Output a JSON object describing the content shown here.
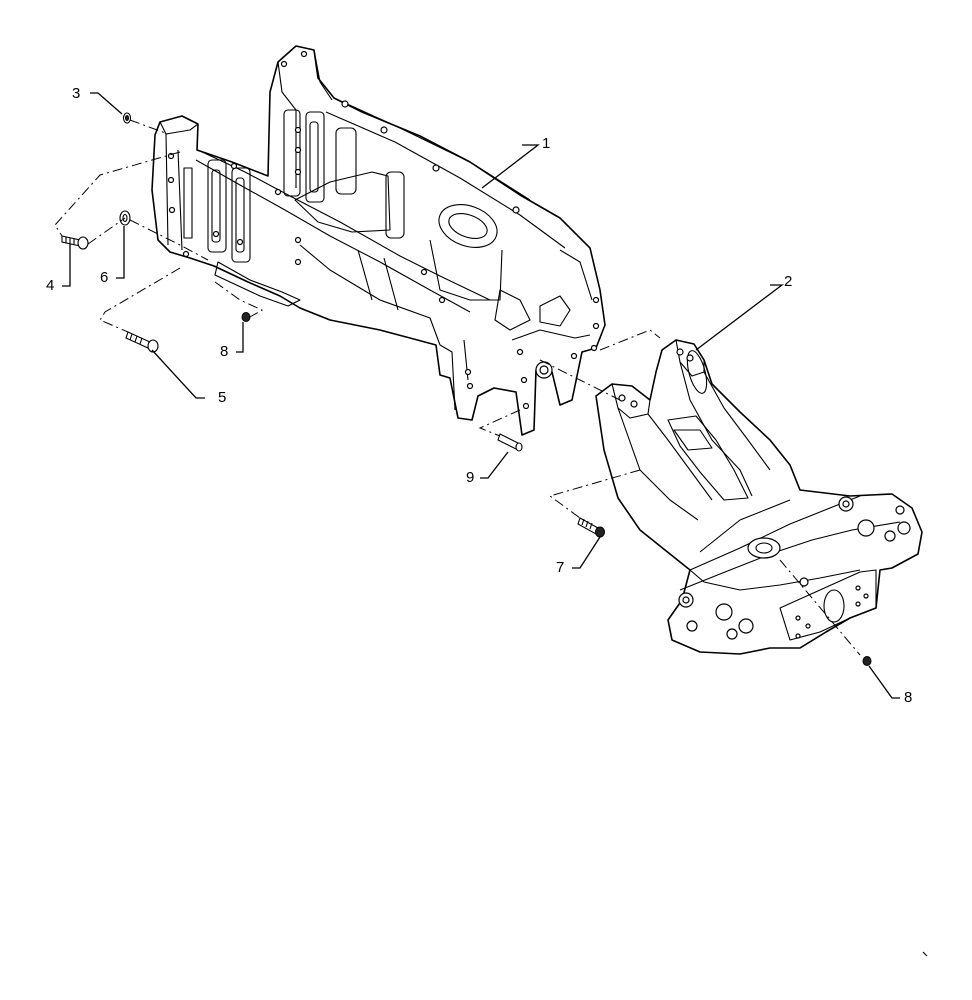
{
  "callouts": [
    {
      "id": "c1",
      "label": "1"
    },
    {
      "id": "c2",
      "label": "2"
    },
    {
      "id": "c3",
      "label": "3"
    },
    {
      "id": "c4",
      "label": "4"
    },
    {
      "id": "c5",
      "label": "5"
    },
    {
      "id": "c6",
      "label": "6"
    },
    {
      "id": "c7",
      "label": "7"
    },
    {
      "id": "c8a",
      "label": "8"
    },
    {
      "id": "c8b",
      "label": "8"
    },
    {
      "id": "c9",
      "label": "9"
    }
  ]
}
